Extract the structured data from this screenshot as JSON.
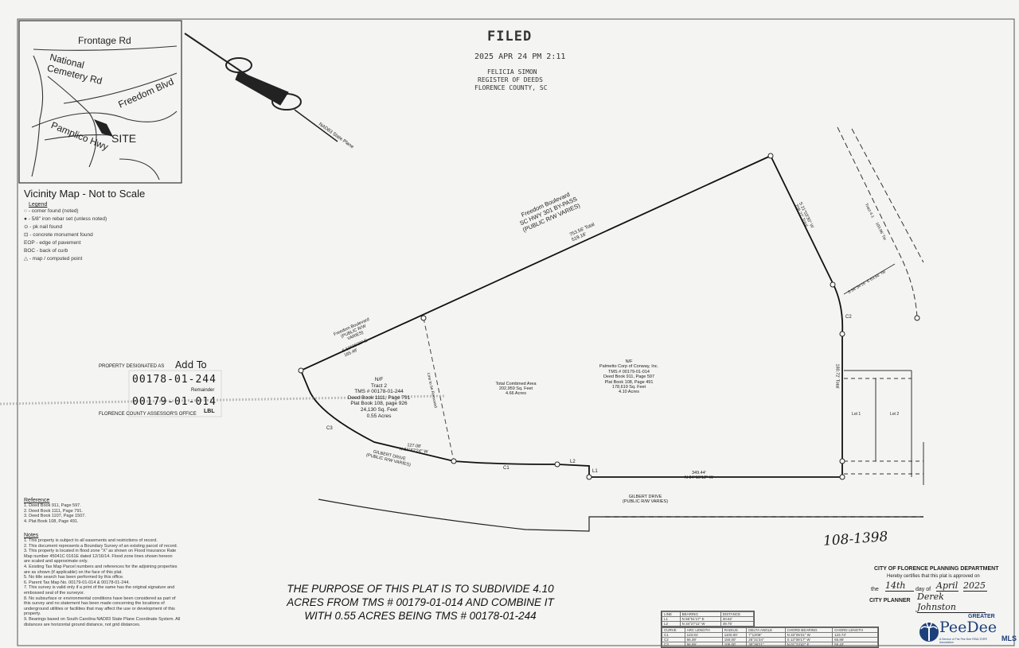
{
  "vicinity_map": {
    "roads": [
      "Frontage Rd",
      "National Cemetery Rd",
      "Freedom Blvd",
      "Pamplico Hwy"
    ],
    "site_label": "SITE",
    "title": "Vicinity Map - Not to Scale"
  },
  "legend": {
    "title": "Legend",
    "items": [
      "- corner found (noted)",
      "- 5/8\" iron rebar set (unless noted)",
      "- pk nail found",
      "- concrete monument found",
      "- edge of pavement",
      "- back of curb",
      "- map / computed point"
    ],
    "item_keys": [
      "",
      "",
      "",
      "",
      "EOP",
      "BOC",
      ""
    ]
  },
  "stamp": {
    "filed": "FILED",
    "date_line": "2025 APR 24 PM 2:11",
    "name": "FELICIA SIMON",
    "office": "REGISTER OF DEEDS",
    "county": "FLORENCE COUNTY, SC"
  },
  "north_arrow": {
    "label": "NAD83 State Plane"
  },
  "streets": {
    "freedom_blvd_main": [
      "Freedom Boulevard",
      "SC HWY 301 BY-PASS",
      "(PUBLIC R/W VARIES)"
    ],
    "freedom_blvd_small": [
      "Freedom Boulevard",
      "(PUBLIC R/W",
      "VARIES)"
    ],
    "gilbert_drive_upper": [
      "GILBERT DRIVE",
      "(PUBLIC R/W VARIES)"
    ],
    "gilbert_drive_lower": [
      "GILBERT DRIVE",
      "(PUBLIC R/W VARIES)"
    ]
  },
  "tract2": {
    "lines": [
      "N/F",
      "Tract 2",
      "TMS # 00178-01-244",
      "Deed Book 1111, Page 791",
      "Plat Book 108, page 926",
      "24,130 Sq. Feet",
      "0.55 Acres"
    ]
  },
  "palmetto": {
    "lines": [
      "N/F",
      "Palmetto Corp of Conway, Inc.",
      "TMS # 00179-01-014",
      "Deed Book 911, Page 597",
      "Plat Book 108, Page 491",
      "178,619 Sq. Feet",
      "4.10 Acres"
    ]
  },
  "total_area": [
    "Total Combined Area",
    "202,959 Sq. Feet",
    "4.66 Acres"
  ],
  "bearings": {
    "freedom_long": "753.56' Total",
    "freedom_long2": "519.16'",
    "freedom_short_bearing": "S 58°36'26\" E",
    "freedom_short_dist": "165.48'",
    "east_line": "S 21°03'30\" W",
    "east_dist": "208.27' Total",
    "east_dist2": "180.72' Total",
    "gilbert_upper": "N 21°42'24\" W",
    "gilbert_upper_dist": "127.08'",
    "gilbert_lower": "N 04°19'12\" W",
    "gilbert_lower_dist": "349.44'",
    "tie_line": "Line to be Removed",
    "right_tie": "S 58°34'15\" E 63.56' Tie",
    "right_tie2": "103.96' Tie",
    "right_lot": "Tract 4-1",
    "curve_c1": "C1",
    "curve_c2": "C2",
    "curve_c3": "C3",
    "line_l1": "L1",
    "line_l2": "L2",
    "lot1": "Lot 1",
    "lot2": "Lot 2"
  },
  "assessor": {
    "property_designated_as": "PROPERTY DESIGNATED AS",
    "add_to": "Add To",
    "tms_add": "00178-01-244",
    "remainder": "Remainder",
    "tms_remainder": "00179-01-014",
    "lbl": "LBL",
    "office": "FLORENCE COUNTY ASSESSOR'S OFFICE"
  },
  "reference": {
    "title": "Reference",
    "items": [
      "1.   Deed Book 911, Page 597.",
      "2.   Deed Book 1111, Page 791.",
      "3.   Deed Book 1107, Page 1507.",
      "4.   Plat Book 108, Page 491."
    ]
  },
  "notes": {
    "title": "Notes",
    "items": [
      "1.   This property is subject to all easements and restrictions of record.",
      "2.   This document represents a Boundary Survey of an existing parcel of record.",
      "3.   This property is located in flood zone \"X\" as shown on Flood Insurance Rate",
      "      Map number 45041C 0161E dated 12/16/14. Flood zone lines shown hereon",
      "      are scaled and approximate only.",
      "4.   Existing Tax Map Parcel numbers and references for the adjoining properties",
      "      are as shown (if applicable) on the face of this plat.",
      "5.   No title search has been performed by this office.",
      "6.   Parent Tax Map No. 00179-01-014 & 00178-01-244.",
      "7.   This survey is valid only if a print of the same has the original signature and",
      "      embossed seal of the surveyor.",
      "8.   No subsurface or environmental conditions have been considered as part of",
      "      this survey and no statement has been made concerning the locations of",
      "      underground utilities or facilities that may affect the use or development of this",
      "      property.",
      "9.   Bearings based on South Carolina NAD83 State Plane Coordinate System. All",
      "      distances are horizontal ground distance, not grid distances."
    ]
  },
  "purpose": [
    "THE PURPOSE OF THIS PLAT IS TO SUBDIVIDE  4.10",
    "ACRES FROM TMS # 00179-01-014 AND COMBINE IT",
    "WITH 0.55 ACRES BEING TMS # 00178-01-244"
  ],
  "book_ref": "108-1398",
  "approval": {
    "dept": "CITY OF FLORENCE PLANNING DEPARTMENT",
    "certify": "Hereby certifies that this plat is approved on",
    "the": "the",
    "day_value": "14th",
    "day_of": "day of",
    "month_value": "April",
    "year_value": "2025",
    "planner": "CITY PLANNER",
    "signature": "Derek Johnston"
  },
  "line_table": {
    "headers": [
      "LINE",
      "BEARING",
      "DISTANCE"
    ],
    "rows": [
      [
        "L1",
        "N 56°51'17\" E",
        "20.62'"
      ],
      [
        "L2",
        "N 34°27'11\" W",
        "49.75'"
      ]
    ]
  },
  "curve_table": {
    "headers": [
      "CURVE",
      "ARC LENGTH",
      "RADIUS",
      "DELTA ANGLE",
      "CHORD BEARING",
      "CHORD LENGTH"
    ],
    "rows": [
      [
        "C1",
        "123.81'",
        "1100.00'",
        "7°13'06\"",
        "N 33°05'21\" W",
        "123.73'"
      ],
      [
        "C2",
        "66.39'",
        "150.00'",
        "25°21'34\"",
        "S 13°08'17\" W",
        "65.86'"
      ],
      [
        "C3",
        "56.09'",
        "105.00'",
        "30°36'21\"",
        "N 01°23'42\" E",
        "55.43'"
      ]
    ]
  },
  "logo": {
    "greater": "GREATER",
    "name": "PeeDee",
    "mls": "MLS",
    "tagline": "A Service of The Pee Dee REALTOR® Association"
  }
}
